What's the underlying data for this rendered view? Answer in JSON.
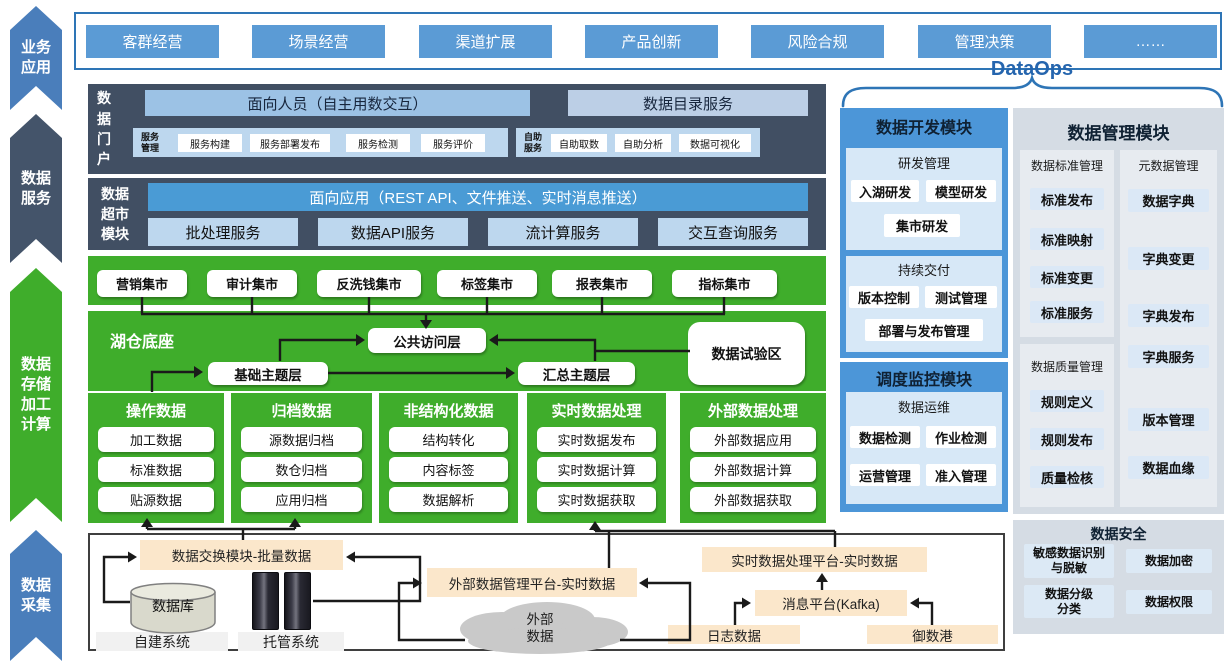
{
  "banners": [
    {
      "label": "业务\n应用"
    },
    {
      "label": "数据\n服务"
    },
    {
      "label": "数据\n存储\n加工\n计算"
    },
    {
      "label": "数据\n采集"
    }
  ],
  "top_apps": {
    "items": [
      "客群经营",
      "场景经营",
      "渠道扩展",
      "产品创新",
      "风险合规",
      "管理决策",
      "……"
    ]
  },
  "portal": {
    "title": "数\n据\n门\n户",
    "person_facing": "面向人员（自主用数交互）",
    "catalog": "数据目录服务",
    "service_group_label": "服务\n管理",
    "service_items": [
      "服务构建",
      "服务部署发布",
      "服务检测",
      "服务评价"
    ],
    "self_group_label": "自助\n服务",
    "self_items": [
      "自助取数",
      "自助分析",
      "数据可视化"
    ]
  },
  "mart_module": {
    "title": "数据\n超市\n模块",
    "app_facing": "面向应用（REST API、文件推送、实时消息推送）",
    "services": [
      "批处理服务",
      "数据API服务",
      "流计算服务",
      "交互查询服务"
    ]
  },
  "marts": [
    "营销集市",
    "审计集市",
    "反洗钱集市",
    "标签集市",
    "报表集市",
    "指标集市"
  ],
  "lakehouse": {
    "title": "湖仓底座",
    "public_access": "公共访问层",
    "base_layer": "基础主题层",
    "summary_layer": "汇总主题层",
    "sandbox": "数据试验区"
  },
  "columns": [
    {
      "title": "操作数据",
      "items": [
        "加工数据",
        "标准数据",
        "贴源数据"
      ]
    },
    {
      "title": "归档数据",
      "items": [
        "源数据归档",
        "数仓归档",
        "应用归档"
      ]
    },
    {
      "title": "非结构化数据",
      "items": [
        "结构转化",
        "内容标签",
        "数据解析"
      ]
    },
    {
      "title": "实时数据处理",
      "items": [
        "实时数据发布",
        "实时数据计算",
        "实时数据获取"
      ]
    },
    {
      "title": "外部数据处理",
      "items": [
        "外部数据应用",
        "外部数据计算",
        "外部数据获取"
      ]
    }
  ],
  "collection": {
    "batch_exchange": "数据交换模块-批量数据",
    "external_platform": "外部数据管理平台-实时数据",
    "realtime_platform": "实时数据处理平台-实时数据",
    "kafka": "消息平台(Kafka)",
    "log_data": "日志数据",
    "data_port": "御数港",
    "database_label": "数据库",
    "self_built": "自建系统",
    "hosted": "托管系统",
    "external_cloud": "外部\n数据"
  },
  "dataops": {
    "title": "DataOps"
  },
  "dev_module": {
    "title": "数据开发模块",
    "sections": [
      {
        "label": "研发管理",
        "items": [
          "入湖研发",
          "模型研发",
          "集市研发"
        ]
      },
      {
        "label": "持续交付",
        "items": [
          "版本控制",
          "测试管理",
          "部署与发布管理"
        ]
      }
    ]
  },
  "sched_module": {
    "title": "调度监控模块",
    "sections": [
      {
        "label": "数据运维",
        "items": [
          "数据检测",
          "作业检测",
          "运营管理",
          "准入管理"
        ]
      }
    ]
  },
  "mgmt_module": {
    "title": "数据管理模块",
    "standard": {
      "label": "数据标准管理",
      "items": [
        "标准发布",
        "标准映射",
        "标准变更",
        "标准服务"
      ]
    },
    "quality": {
      "label": "数据质量管理",
      "items": [
        "规则定义",
        "规则发布",
        "质量检核"
      ]
    },
    "metadata": {
      "label": "元数据管理",
      "items": [
        "数据字典",
        "字典变更",
        "字典发布",
        "字典服务",
        "版本管理",
        "数据血缘"
      ]
    }
  },
  "security_module": {
    "title": "数据安全",
    "items": [
      "敏感数据识别\n与脱敏",
      "数据加密",
      "数据分级\n分类",
      "数据权限"
    ]
  },
  "colors": {
    "accent_blue": "#2E75B6",
    "app_blue": "#5B9BD5",
    "dark_slate": "#414F63",
    "green": "#3FAD2B",
    "tan": "#FBE7CB",
    "panel_blue": "#4C96D8",
    "panel_gray": "#D5DCE4"
  }
}
